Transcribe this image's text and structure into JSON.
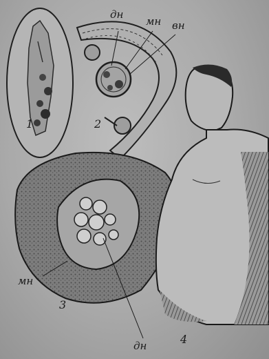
{
  "figure": {
    "panel_numbers": [
      "1",
      "2",
      "3",
      "4"
    ],
    "labels": {
      "panel2_top_left": "дн",
      "panel2_top_middle": "мн",
      "panel2_top_right": "вн",
      "panel3_left": "мн",
      "panel3_bottom": "дн"
    }
  }
}
